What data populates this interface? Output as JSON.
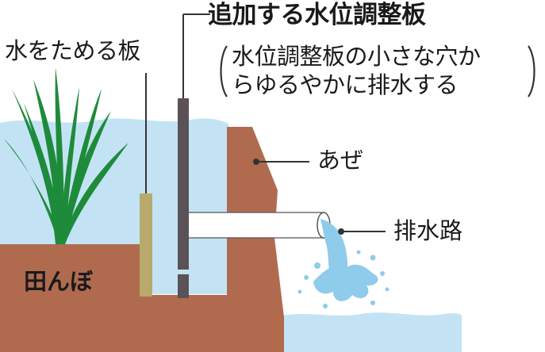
{
  "labels": {
    "title": "追加する水位調整板",
    "note_line1": "水位調整板の小さな穴か",
    "note_line2": "らゆるやかに排水する",
    "board": "水をためる板",
    "levee": "あぜ",
    "drain": "排水路",
    "field": "田んぼ"
  },
  "colors": {
    "soil": "#b06b4f",
    "water": "#c3e3f5",
    "board": "#b8aa6c",
    "extra_board": "#5a5256",
    "plant": "#1e8b3a",
    "pipe": "#ffffff",
    "spray": "#8fcbeb"
  }
}
